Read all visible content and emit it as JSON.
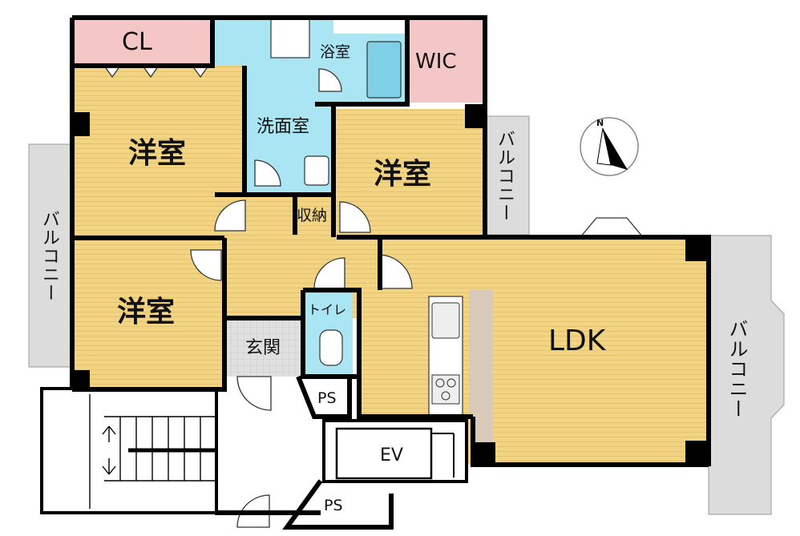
{
  "rooms": {
    "cl": "CL",
    "bath": "浴室",
    "wic": "WIC",
    "washroom": "洗面室",
    "western_1": "洋室",
    "western_2": "洋室",
    "western_3": "洋室",
    "storage": "収納",
    "toilet": "トイレ",
    "entrance": "玄関",
    "ldk": "LDK",
    "ps_1": "PS",
    "ps_2": "PS",
    "ev": "EV"
  },
  "balconies": {
    "left": "バルコニー",
    "top_right": "バルコニー",
    "right": "バルコニー"
  },
  "compass": {
    "north_label": "N"
  },
  "colors": {
    "wood_floor": "#f2d483",
    "wood_line": "#e2bf69",
    "closet": "#f5c6c6",
    "wet_area": "#a9e5f3",
    "tile": "#d9d9d9",
    "balcony": "#dcdcdc",
    "wall": "#000000"
  }
}
